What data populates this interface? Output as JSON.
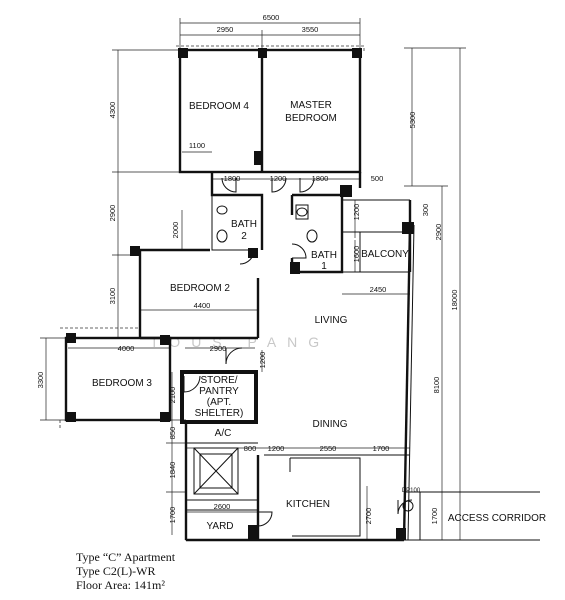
{
  "dimensions": {
    "top_total": "6500",
    "top_left": "2950",
    "top_right": "3550",
    "right_upper": "5300",
    "right_total": "18000",
    "right_lower": "8100",
    "left_4300": "4300",
    "left_2900": "2900",
    "left_3100": "3100",
    "left_3300": "3300",
    "d_1100": "1100",
    "d_1800a": "1800",
    "d_1200a": "1200",
    "d_1800b": "1800",
    "d_500": "500",
    "d_2000": "2000",
    "d_300": "300",
    "d_2900r": "2900",
    "d_1200v": "1200",
    "d_1600": "1600",
    "d_2450": "2450",
    "d_4400": "4400",
    "d_4000": "4000",
    "d_2900b": "2900",
    "d_1200c": "1200",
    "d_2100": "2100",
    "d_850": "850",
    "d_800": "800",
    "d_1200d": "1200",
    "d_2550": "2550",
    "d_1700a": "1700",
    "d_1840": "1840",
    "d_2600": "2600",
    "d_1700b": "1700",
    "d_2700": "2700",
    "d_1700c": "1700",
    "dp": "DP100"
  },
  "rooms": {
    "bedroom4": "BEDROOM 4",
    "master_l1": "MASTER",
    "master_l2": "BEDROOM",
    "bath2_l1": "BATH",
    "bath2_l2": "2",
    "bath1_l1": "BATH",
    "bath1_l2": "1",
    "balcony": "BALCONY",
    "bedroom2": "BEDROOM 2",
    "living": "LIVING",
    "bedroom3": "BEDROOM 3",
    "store_l1": "STORE/",
    "store_l2": "PANTRY",
    "store_l3": "(APT.",
    "store_l4": "SHELTER)",
    "dining": "DINING",
    "ac": "A/C",
    "kitchen": "KITCHEN",
    "yard": "YARD",
    "access": "ACCESS CORRIDOR"
  },
  "watermark": "TOUS PANG",
  "caption": {
    "line1": "Type “C” Apartment",
    "line2": "Type C2(L)-WR",
    "line3": "Floor Area: 141m²"
  }
}
